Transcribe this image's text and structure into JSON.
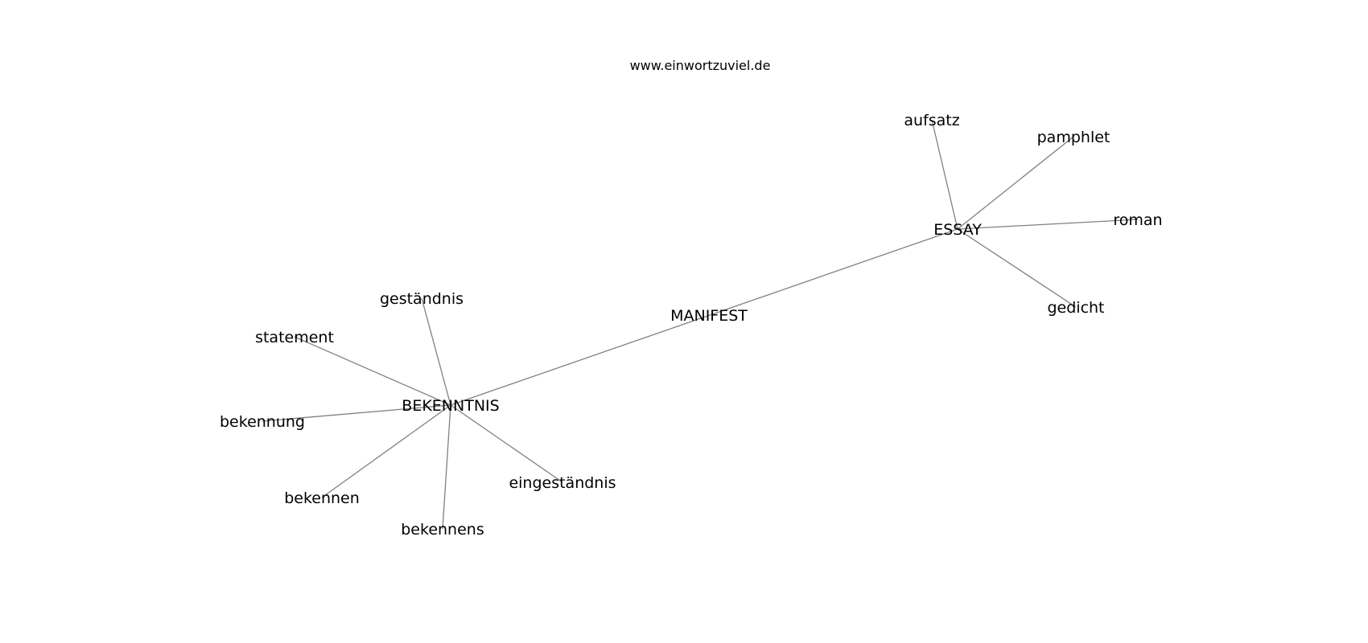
{
  "source": "www.einwortzuviel.de",
  "graph": {
    "nodes": [
      {
        "id": "manifest",
        "label": "MANIFEST"
      },
      {
        "id": "essay",
        "label": "ESSAY"
      },
      {
        "id": "bekenntnis",
        "label": "BEKENNTNIS"
      },
      {
        "id": "aufsatz",
        "label": "aufsatz"
      },
      {
        "id": "pamphlet",
        "label": "pamphlet"
      },
      {
        "id": "roman",
        "label": "roman"
      },
      {
        "id": "gedicht",
        "label": "gedicht"
      },
      {
        "id": "gestaendnis",
        "label": "geständnis"
      },
      {
        "id": "statement",
        "label": "statement"
      },
      {
        "id": "bekennung",
        "label": "bekennung"
      },
      {
        "id": "bekennen",
        "label": "bekennen"
      },
      {
        "id": "bekennens",
        "label": "bekennens"
      },
      {
        "id": "eingestaendnis",
        "label": "eingeständnis"
      }
    ],
    "edges": [
      [
        "bekenntnis",
        "essay"
      ],
      [
        "essay",
        "aufsatz"
      ],
      [
        "essay",
        "pamphlet"
      ],
      [
        "essay",
        "roman"
      ],
      [
        "essay",
        "gedicht"
      ],
      [
        "bekenntnis",
        "gestaendnis"
      ],
      [
        "bekenntnis",
        "statement"
      ],
      [
        "bekenntnis",
        "bekennung"
      ],
      [
        "bekenntnis",
        "bekennen"
      ],
      [
        "bekenntnis",
        "bekennens"
      ],
      [
        "bekenntnis",
        "eingestaendnis"
      ]
    ]
  },
  "colors": {
    "edge": "#808080",
    "text": "#000000",
    "background": "#ffffff"
  }
}
